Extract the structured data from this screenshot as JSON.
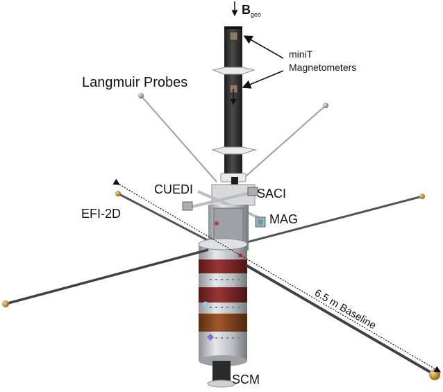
{
  "labels": {
    "b_field_main": "B",
    "b_field_sub": "geo",
    "minit_line1": "miniT",
    "minit_line2": "Magnetometers",
    "langmuir": "Langmuir Probes",
    "cuedi": "CUEDI",
    "saci": "SACI",
    "efi": "EFI-2D",
    "mag": "MAG",
    "baseline": "6.5 m Baseline",
    "scm": "SCM"
  },
  "colors": {
    "boom_dark": "#2e2e2e",
    "body_silver": "#c9cbce",
    "band_red": "#8b2a2a",
    "band_brown": "#8a4a22",
    "probe_gold": "#c9972e",
    "langmuir_sphere": "#9a9a9a",
    "sensor_teal": "#5fa0a8",
    "text": "#111111"
  }
}
